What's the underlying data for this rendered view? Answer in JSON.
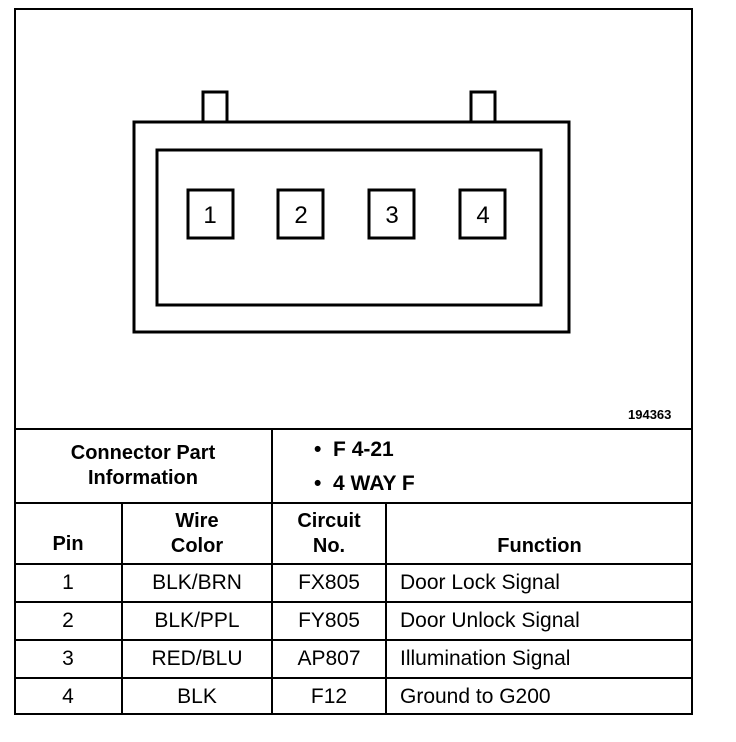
{
  "figure_id": "194363",
  "connector": {
    "pins": [
      "1",
      "2",
      "3",
      "4"
    ]
  },
  "part_info": {
    "label_line1": "Connector Part",
    "label_line2": "Information",
    "items": [
      "F 4-21",
      "4 WAY F"
    ],
    "bullet": "•"
  },
  "table": {
    "headers": {
      "pin": "Pin",
      "wire_line1": "Wire",
      "wire_line2": "Color",
      "circuit_line1": "Circuit",
      "circuit_line2": "No.",
      "function": "Function"
    },
    "rows": [
      {
        "pin": "1",
        "wire_color": "BLK/BRN",
        "circuit": "FX805",
        "function": "Door Lock Signal"
      },
      {
        "pin": "2",
        "wire_color": "BLK/PPL",
        "circuit": "FY805",
        "function": "Door Unlock Signal"
      },
      {
        "pin": "3",
        "wire_color": "RED/BLU",
        "circuit": "AP807",
        "function": "Illumination Signal"
      },
      {
        "pin": "4",
        "wire_color": "BLK",
        "circuit": "F12",
        "function": "Ground to G200"
      }
    ]
  }
}
